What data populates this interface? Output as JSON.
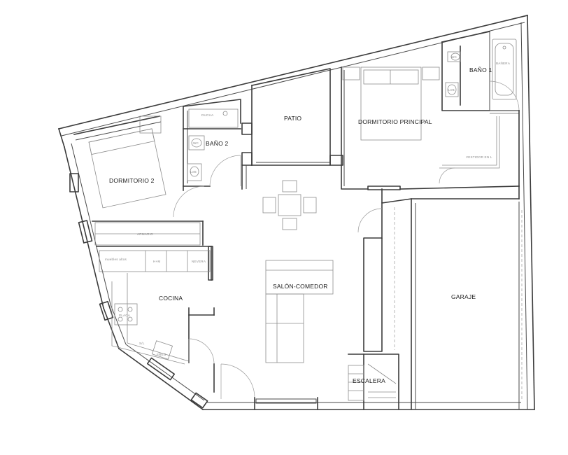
{
  "rooms": {
    "bano1": "BAÑO 1",
    "bano2": "BAÑO 2",
    "patio": "PATIO",
    "dormitorio_principal": "DORMITORIO PRINCIPAL",
    "dormitorio2": "DORMITORIO 2",
    "salon_comedor": "SALÓN-COMEDOR",
    "cocina": "COCINA",
    "garaje": "GARAJE",
    "escalera": "ESCALERA"
  },
  "fixtures": {
    "wc1": "WC",
    "banera": "BAÑERA",
    "lvb1": "LVB",
    "ducha": "DUCHA",
    "wc2": "WC",
    "lvb2": "LVB",
    "vestidor": "VESTIDOR EN L",
    "armario": "ARMARIO",
    "muebles_altos": "muebles altos",
    "hm": "H+M",
    "nevera": "NEVERA",
    "placa": "PLACA",
    "sl": "S/L",
    "fregadero": "FREG"
  }
}
